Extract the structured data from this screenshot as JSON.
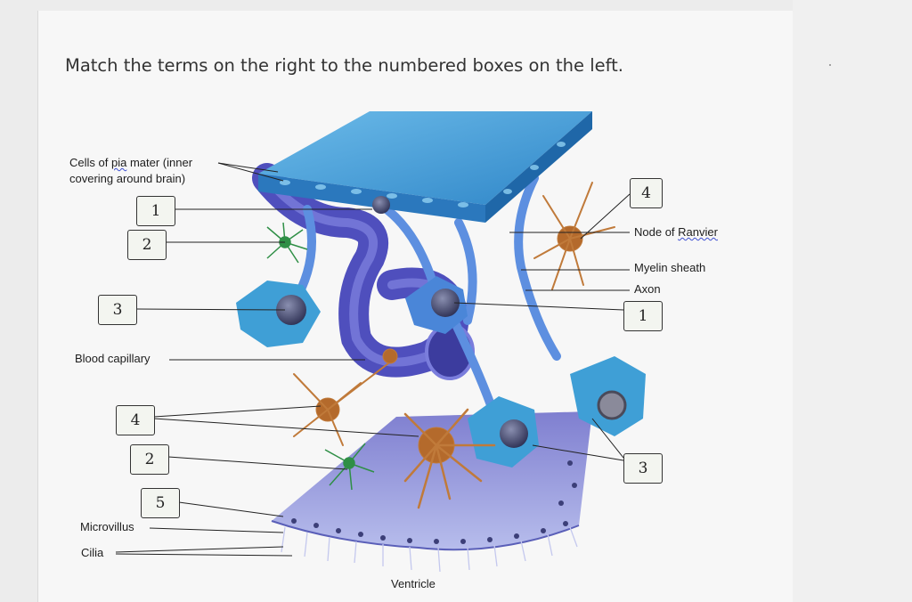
{
  "title": "Match the terms on the right to the numbered boxes on the left.",
  "labels": {
    "pia_line1_pre": "Cells of ",
    "pia_word": "pia",
    "pia_line1_post": " mater (inner",
    "pia_line2": "covering around brain)",
    "blood_capillary": "Blood capillary",
    "microvillus": "Microvillus",
    "cilia": "Cilia",
    "node_pre": "Node of ",
    "node_word": "Ranvier",
    "myelin": "Myelin sheath",
    "axon": "Axon",
    "ventricle": "Ventricle"
  },
  "left_boxes": [
    "1",
    "2",
    "3",
    "4",
    "2",
    "5"
  ],
  "right_boxes": [
    "4",
    "1",
    "3"
  ],
  "colors": {
    "pia_layer": "#4aa3dc",
    "capillary": "#5a5ccc",
    "astrocyte": "#3f9fd6",
    "neuron": "#c07a3a",
    "microglia": "#2f8f46",
    "ependyma": "#8f97e0"
  }
}
